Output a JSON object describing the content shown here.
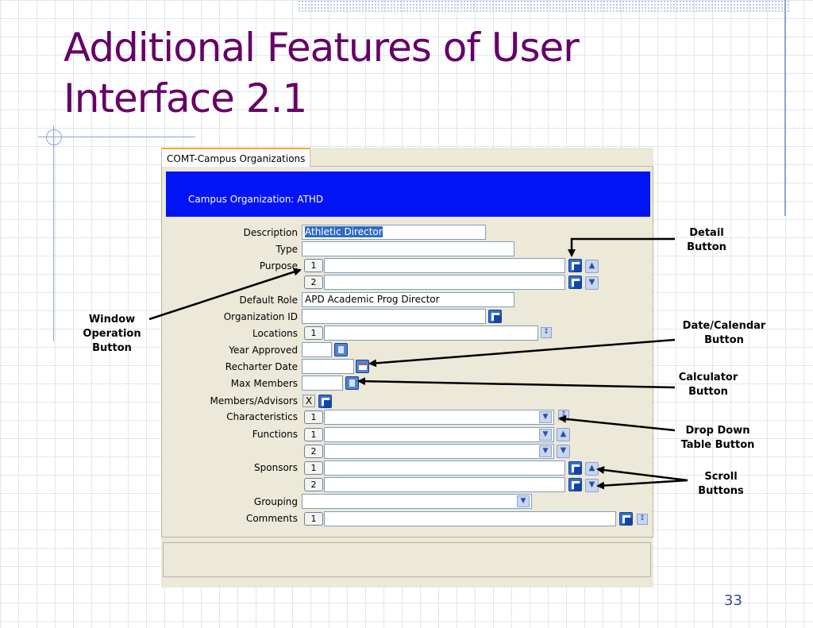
{
  "slide": {
    "title_line1": "Additional Features of User",
    "title_line2": "Interface 2.1",
    "page_number": "33"
  },
  "window": {
    "tab": "COMT-Campus Organizations",
    "header": "Campus Organization:  ATHD"
  },
  "form": {
    "description": {
      "label": "Description",
      "value": "Athletic Director"
    },
    "type": {
      "label": "Type",
      "value": ""
    },
    "purpose": {
      "label": "Purpose",
      "rows": [
        "1",
        "2"
      ]
    },
    "default_role": {
      "label": "Default Role",
      "value": "APD   Academic Prog Director"
    },
    "organization_id": {
      "label": "Organization ID",
      "value": ""
    },
    "locations": {
      "label": "Locations",
      "row": "1"
    },
    "year_approved": {
      "label": "Year Approved"
    },
    "recharter_date": {
      "label": "Recharter Date"
    },
    "max_members": {
      "label": "Max Members"
    },
    "members_advisors": {
      "label": "Members/Advisors",
      "value": "X"
    },
    "characteristics": {
      "label": "Characteristics",
      "row": "1"
    },
    "functions": {
      "label": "Functions",
      "rows": [
        "1",
        "2"
      ]
    },
    "sponsors": {
      "label": "Sponsors",
      "rows": [
        "1",
        "2"
      ]
    },
    "grouping": {
      "label": "Grouping"
    },
    "comments": {
      "label": "Comments",
      "row": "1"
    }
  },
  "annotations": {
    "detail_l1": "Detail",
    "detail_l2": "Button",
    "window_l1": "Window",
    "window_l2": "Operation",
    "window_l3": "Button",
    "date_l1": "Date/Calendar",
    "date_l2": "Button",
    "calc_l1": "Calculator",
    "calc_l2": "Button",
    "dropdown_l1": "Drop Down",
    "dropdown_l2": "Table Button",
    "scroll_l1": "Scroll",
    "scroll_l2": "Buttons"
  },
  "icons": {
    "detail": "detail-icon",
    "calculator": "calculator-icon",
    "calendar": "calendar-icon",
    "dropdown": "chevron-down-icon",
    "scroll_up": "chevron-up-icon",
    "scroll_down": "chevron-down-icon"
  },
  "colors": {
    "title": "#660066",
    "header_band": "#0014f5",
    "tab_accent": "#f5a623"
  }
}
